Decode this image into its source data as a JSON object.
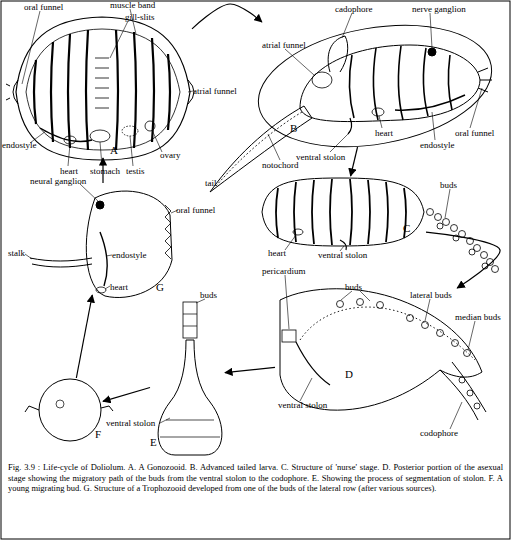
{
  "diagram": {
    "caption": "Fig. 3.9 : Life-cycle of Doliolum. A. A Gonozooid. B. Advanced tailed larva. C. Structure of 'nurse' stage. D. Posterior portion of the asexual stage showing the migratory path of the buds from the ventral stolon to the codophore. E. Showing the process of segmentation of stolon. F. A young migrating bud. G. Structure of a Trophozooid developed from one of the buds of the lateral row (after various sources).",
    "nodes": [
      {
        "text": [
          "A"
        ]
      },
      {
        "text": [
          "B"
        ]
      },
      {
        "text": [
          "C"
        ]
      },
      {
        "text": [
          "D"
        ]
      },
      {
        "text": [
          "E"
        ]
      },
      {
        "text": [
          "F"
        ]
      },
      {
        "text": [
          "G"
        ]
      }
    ],
    "edges": [
      {
        "from": 0,
        "to": 1,
        "arrow": "to"
      },
      {
        "from": 1,
        "to": 2,
        "arrow": "to"
      },
      {
        "from": 2,
        "to": 3,
        "arrow": "to"
      },
      {
        "from": 3,
        "to": 4,
        "arrow": "to"
      },
      {
        "from": 4,
        "to": 5,
        "arrow": "to"
      },
      {
        "from": 5,
        "to": 6,
        "arrow": "to"
      },
      {
        "from": 6,
        "to": 0,
        "arrow": "to"
      }
    ],
    "labels": [
      "oral funnel",
      "muscle band",
      "gill-slits",
      "atrial funnel",
      "endostyle",
      "heart",
      "stomach",
      "testis",
      "ovary",
      "cadophore",
      "nerve ganglion",
      "atrial funnel",
      "oral funnel",
      "tail",
      "notochord",
      "ventral stolon",
      "heart",
      "endostyle",
      "buds",
      "heart",
      "ventral stolon",
      "pericardium",
      "buds",
      "lateral buds",
      "median buds",
      "ventral stolon",
      "codophore",
      "buds",
      "ventral stolon",
      "neural ganglion",
      "oral funnel",
      "stalk",
      "endostyle",
      "heart"
    ]
  }
}
